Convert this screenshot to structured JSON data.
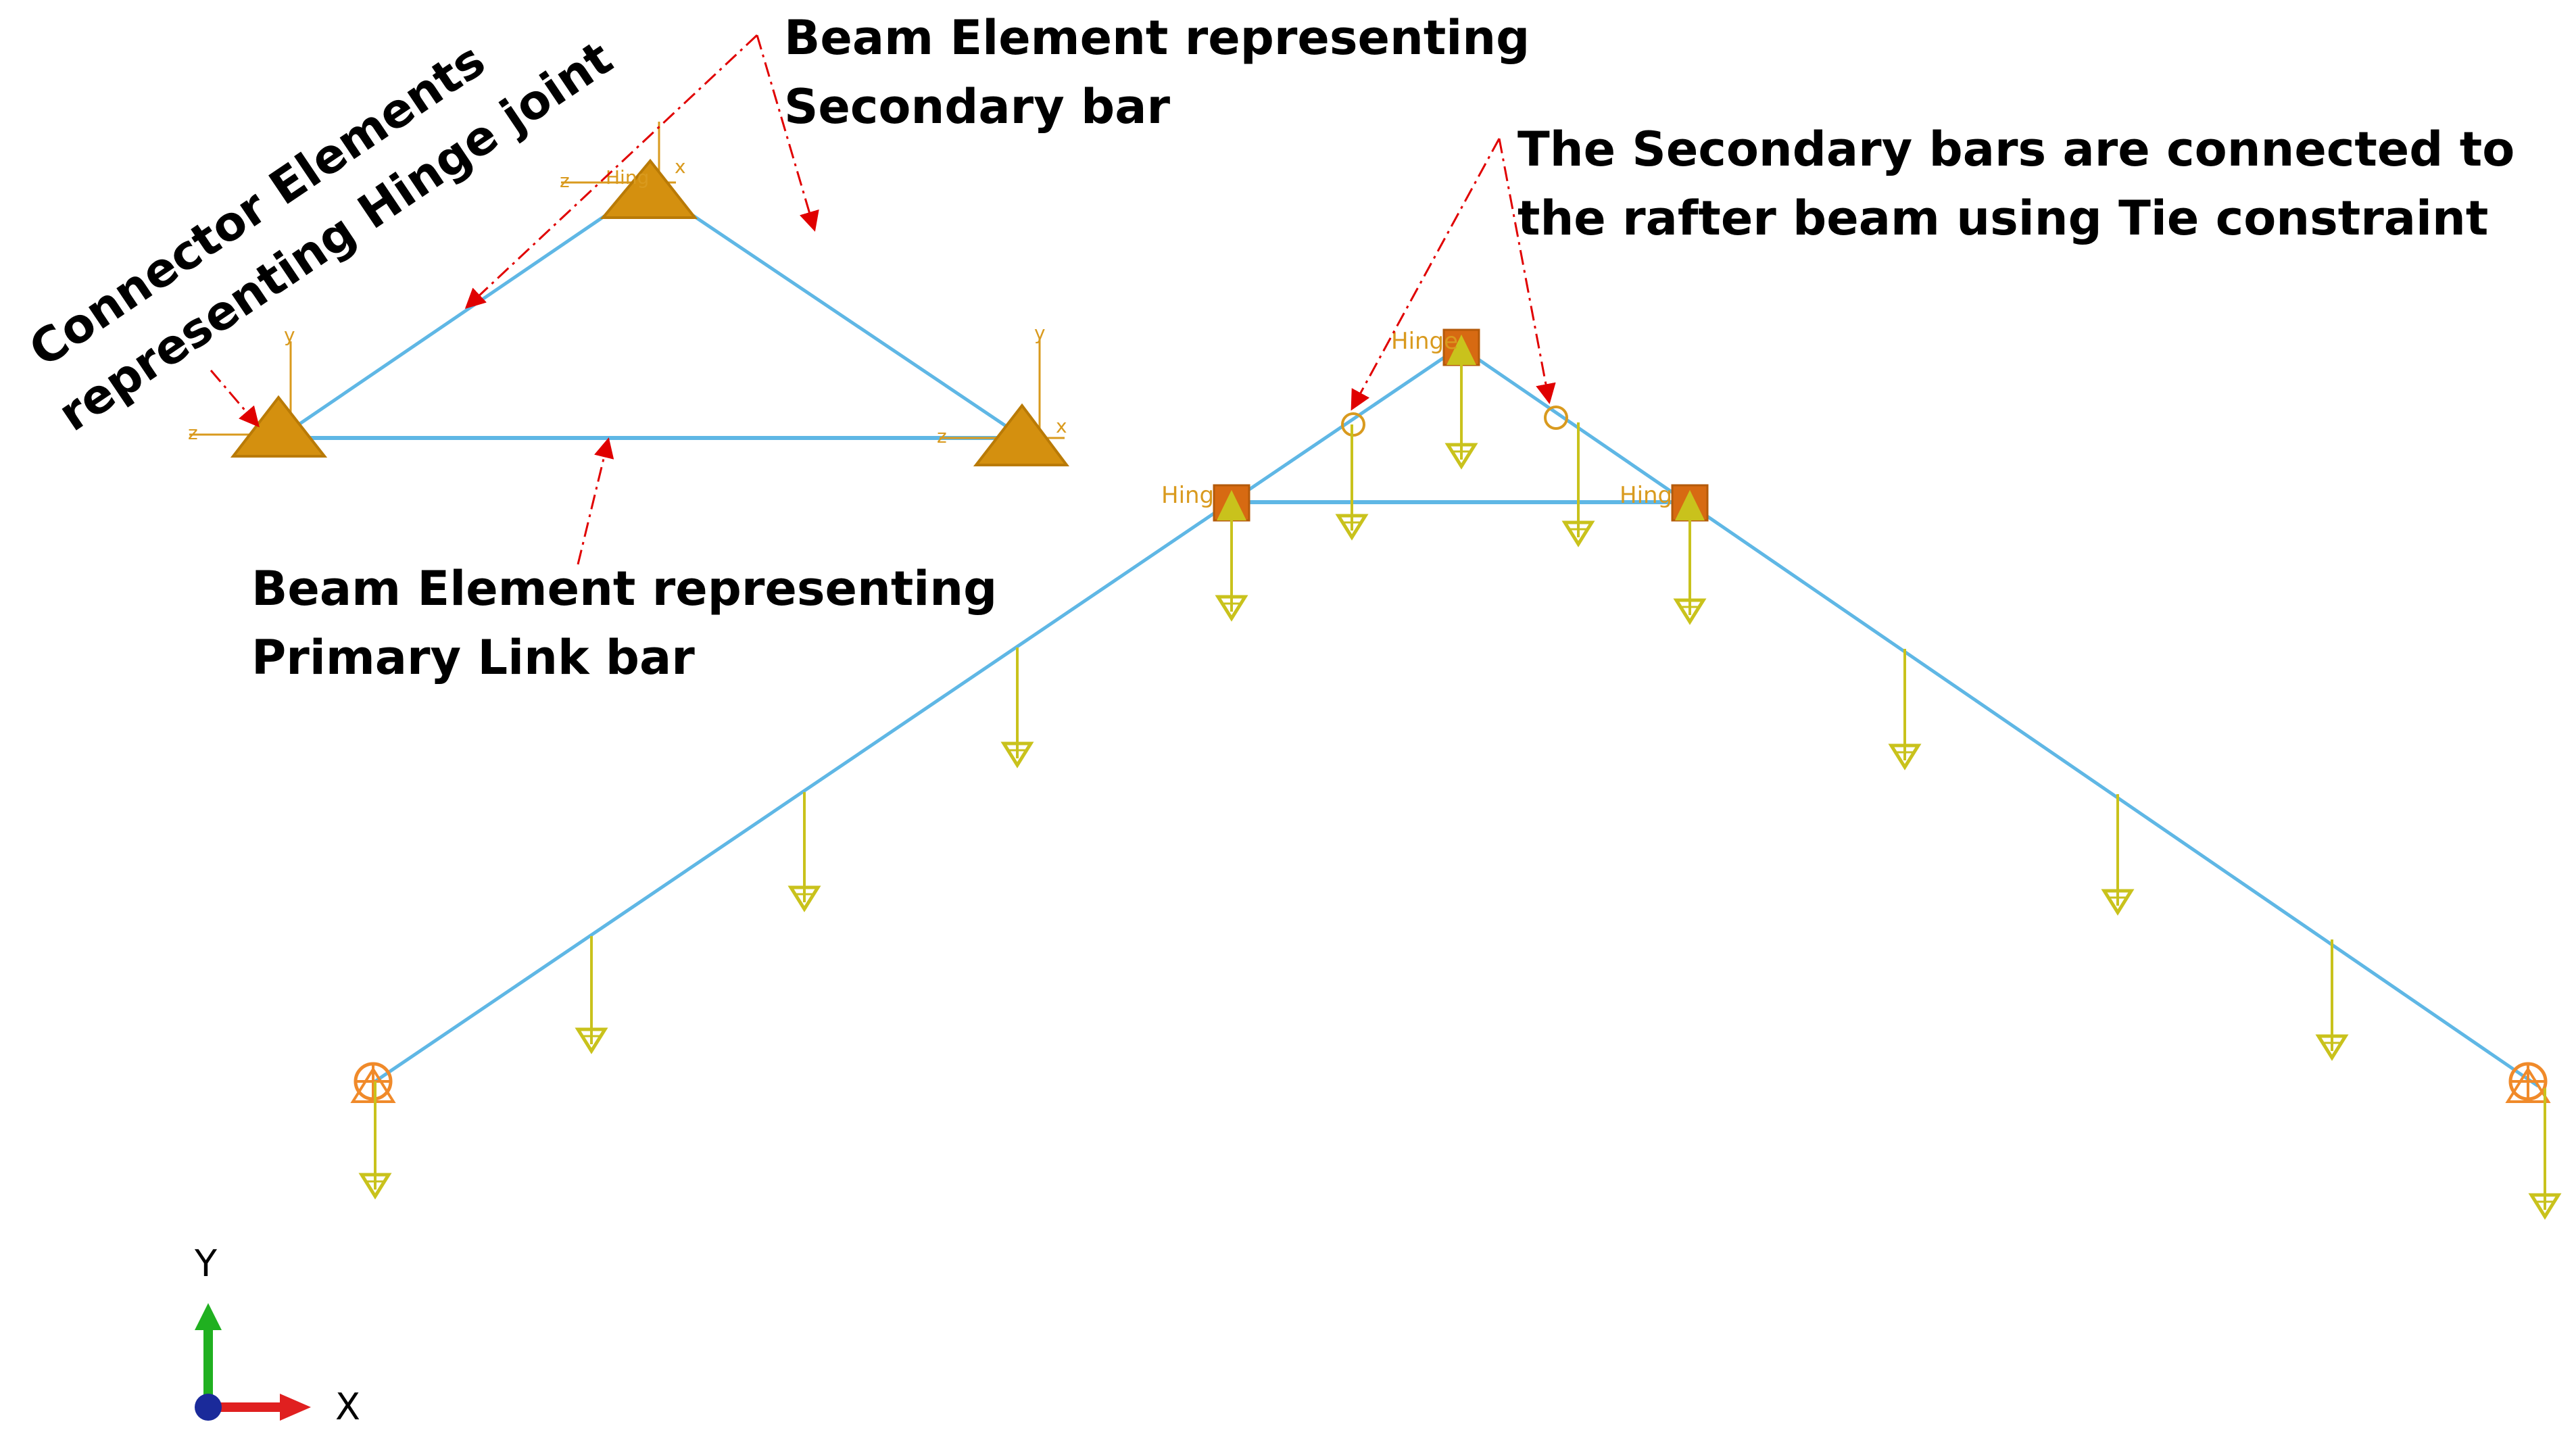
{
  "annotations": {
    "secondary_bar": [
      "Beam Element representing",
      "Secondary bar"
    ],
    "connector": [
      "Connector Elements",
      "representing Hinge joint"
    ],
    "primary_link": [
      "Beam Element representing",
      "Primary Link bar"
    ],
    "tie": [
      "The Secondary bars are connected to",
      "the rafter beam  using Tie constraint"
    ]
  },
  "labels": {
    "hinge": "Hinge",
    "hinge_partial": "Hing",
    "axis_x": "x",
    "axis_y": "y",
    "axis_z": "z"
  },
  "triad": {
    "x_label": "X",
    "y_label": "Y"
  },
  "colors": {
    "beam": "#5fb7e5",
    "load": "#c9c21c",
    "hinge": "#d4900f",
    "hinge_square": "#d76a12",
    "support": "#f08a2a",
    "annotation_arrow": "#e00000",
    "triad_x": "#e02020",
    "triad_y": "#20b020",
    "triad_origin": "#1a2a9a"
  }
}
